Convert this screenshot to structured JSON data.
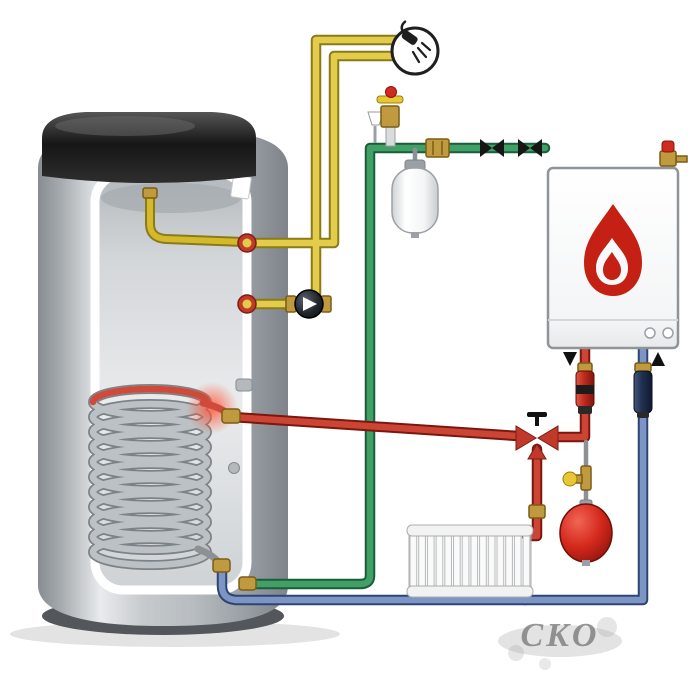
{
  "diagram": {
    "watermark": "CKO"
  },
  "colors": {
    "hot_water_pipe": "#e3cc49",
    "cold_water_pipe": "#41a065",
    "heating_flow_pipe": "#cc4434",
    "heating_return_pipe": "#7d95c4",
    "flame_red": "#c42014",
    "vessel_red": "#d3281c",
    "brass": "#c09a3e"
  },
  "components": {
    "cylinder": "hot-water-cylinder-cutaway-with-coil",
    "shower": "shower-outlet",
    "dhw_pump": "hot-water-circulation-pump",
    "safety_group": "pressure-relief-safety-group",
    "check_valve": "check-valve",
    "gate_valves": "cold-feed-isolation-valves",
    "dhw_expansion_vessel": "potable-expansion-vessel",
    "boiler": "wall-hung-boiler",
    "boiler_safety_valve": "boiler-relief-valve",
    "heating_pump": "heating-circulation-pump",
    "magnetic_filter": "system-filter",
    "three_way_valve": "three-way-diverter-valve",
    "radiator": "panel-radiator",
    "heating_expansion_vessel": "heating-expansion-vessel",
    "filling_valve": "filling-valve"
  }
}
